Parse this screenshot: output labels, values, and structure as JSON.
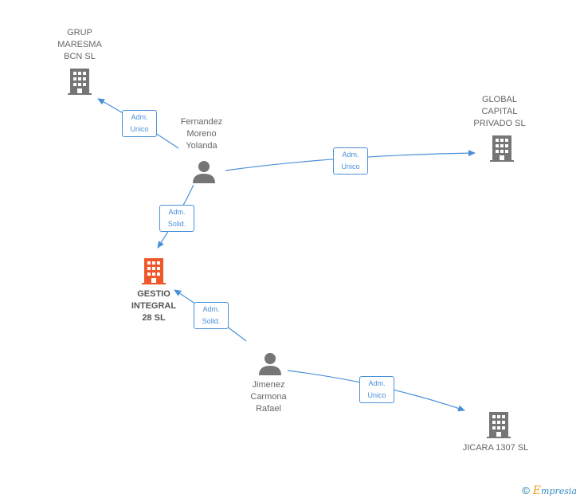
{
  "nodes": {
    "grup_maresma": {
      "label": "GRUP\nMARESMA\nBCN SL",
      "type": "company"
    },
    "global_capital": {
      "label": "GLOBAL\nCAPITAL\nPRIVADO SL",
      "type": "company"
    },
    "gestio_integral": {
      "label": "GESTIO\nINTEGRAL\n28 SL",
      "type": "company-main"
    },
    "jicara": {
      "label": "JICARA 1307 SL",
      "type": "company"
    },
    "fernandez": {
      "label": "Fernandez\nMoreno\nYolanda",
      "type": "person"
    },
    "jimenez": {
      "label": "Jimenez\nCarmona\nRafael",
      "type": "person"
    }
  },
  "edges": {
    "fernandez_grup": {
      "label": "Adm.\nUnico"
    },
    "fernandez_global": {
      "label": "Adm.\nUnico"
    },
    "fernandez_gestio": {
      "label": "Adm.\nSolid."
    },
    "jimenez_gestio": {
      "label": "Adm.\nSolid."
    },
    "jimenez_jicara": {
      "label": "Adm.\nUnico"
    }
  },
  "colors": {
    "edge": "#4a90d9",
    "company_icon": "#757575",
    "main_company_icon": "#f0582b",
    "person_icon": "#757575"
  },
  "footer": {
    "copyright": "©",
    "brand_first": "E",
    "brand_rest": "mpresia"
  }
}
